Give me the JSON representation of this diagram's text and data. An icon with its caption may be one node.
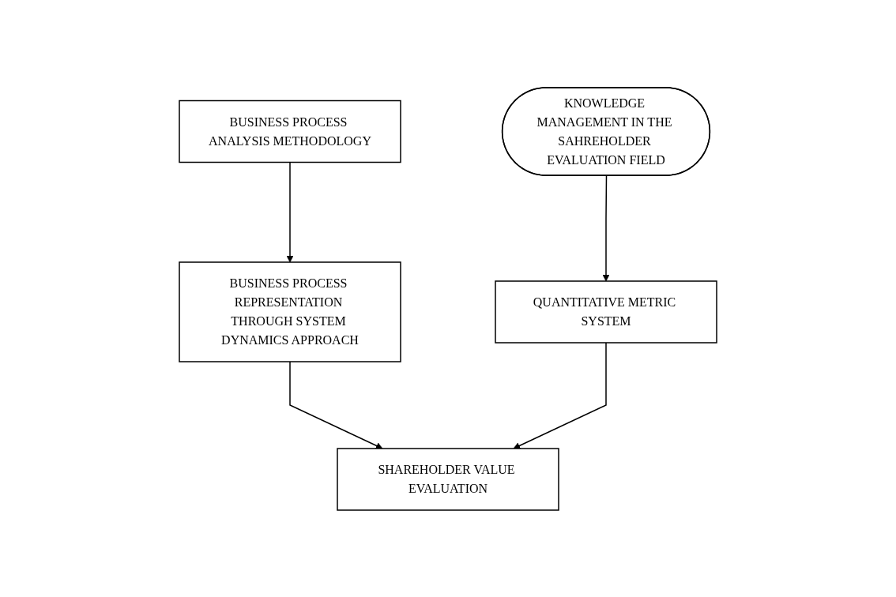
{
  "diagram": {
    "nodes": [
      {
        "text": [
          "BUSINESS PROCESS ANALYSIS METHODOLOGY"
        ]
      },
      {
        "text": [
          "BUSINESS PROCESS REPRESENTATION THROUGH SYSTEM DYNAMICS APPROACH"
        ]
      },
      {
        "text": [
          "KNOWLEDGE MANAGEMENT IN THE SAHREHOLDER EVALUATION FIELD"
        ]
      },
      {
        "text": [
          "SHAREHOLDER VALUE EVALUATION"
        ]
      },
      {
        "text": [
          "QUANTITATIVE METRIC SYSTEM"
        ]
      }
    ],
    "edges": [
      {
        "from": 0,
        "to": 1,
        "arrow": "to"
      },
      {
        "from": 1,
        "to": 3,
        "arrow": "to"
      },
      {
        "from": 2,
        "to": 4,
        "arrow": "to"
      },
      {
        "from": 4,
        "to": 3,
        "arrow": "to"
      }
    ]
  }
}
